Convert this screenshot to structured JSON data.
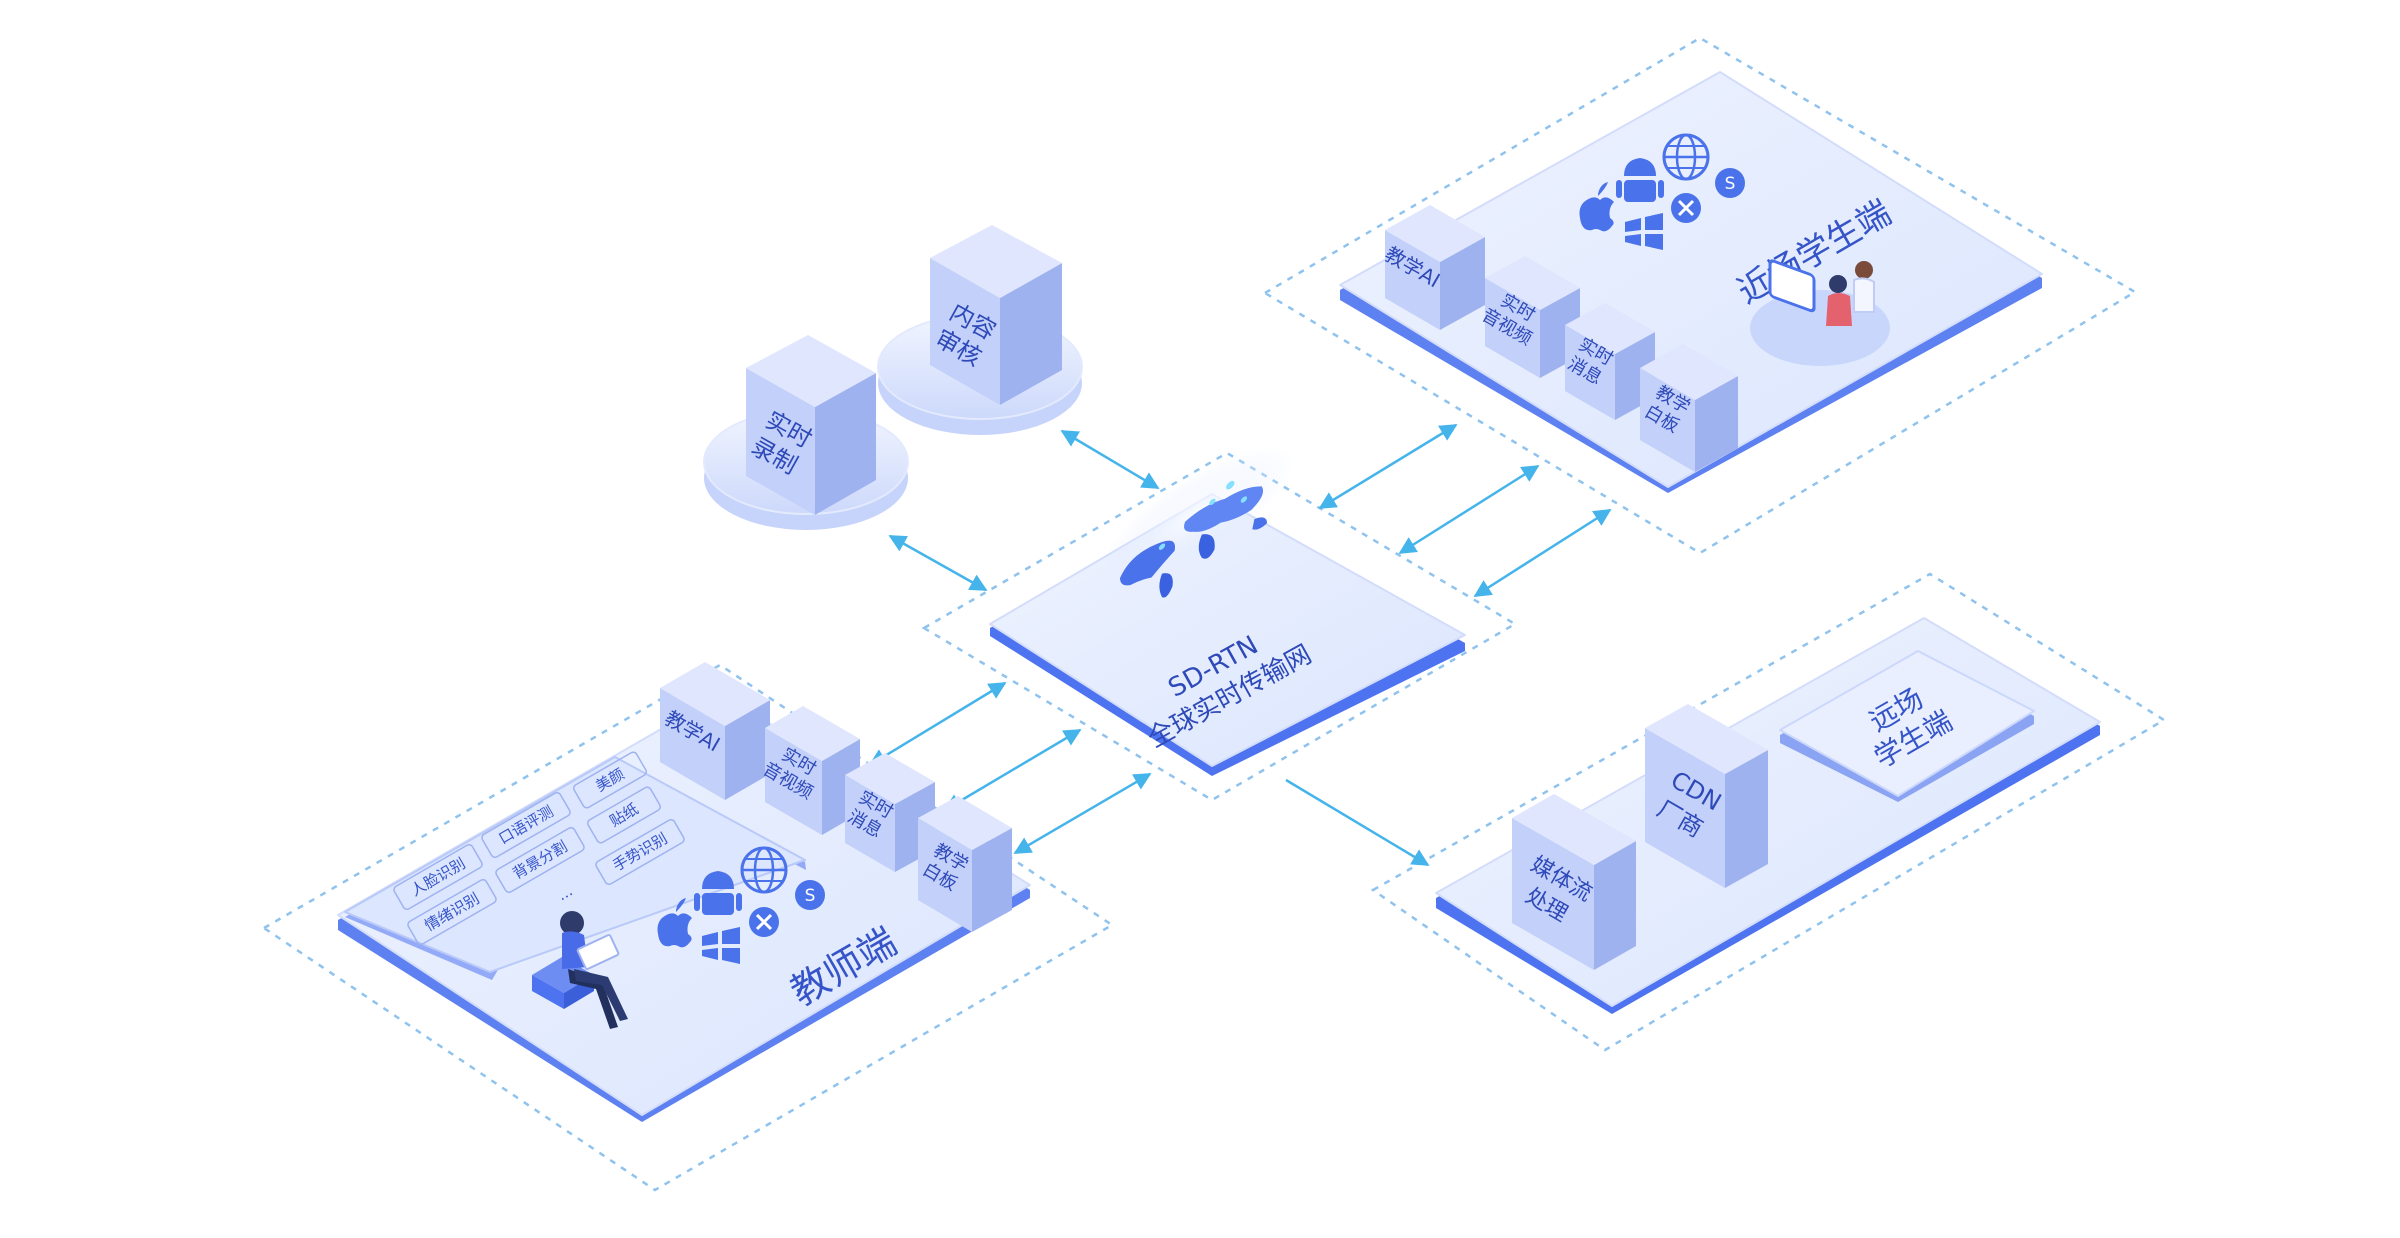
{
  "colors": {
    "platform_top": "#e6edfd",
    "platform_side": "#4d73f0",
    "box_front": "#c2d0fa",
    "box_side": "#9fb2f0",
    "box_top": "#dfe6fd",
    "text": "#2e49b8",
    "dash": "#8fc3ee",
    "arrow": "#45b4ea"
  },
  "center": {
    "line1": "SD-RTN",
    "line2": "全球实时传输网"
  },
  "aux_services": [
    {
      "lines": [
        "实时",
        "录制"
      ]
    },
    {
      "lines": [
        "内容",
        "审核"
      ]
    }
  ],
  "student_near": {
    "title": "近场学生端",
    "modules": [
      {
        "lines": [
          "教学AI"
        ]
      },
      {
        "lines": [
          "实时",
          "音视频"
        ]
      },
      {
        "lines": [
          "实时",
          "消息"
        ]
      },
      {
        "lines": [
          "教学",
          "白板"
        ]
      }
    ],
    "platform_icons": [
      "apple-icon",
      "android-icon",
      "windows-icon",
      "web-globe-icon",
      "cross-platform-icon",
      "s-logo-icon"
    ]
  },
  "teacher": {
    "title": "教师端",
    "modules": [
      {
        "lines": [
          "教学AI"
        ]
      },
      {
        "lines": [
          "实时",
          "音视频"
        ]
      },
      {
        "lines": [
          "实时",
          "消息"
        ]
      },
      {
        "lines": [
          "教学",
          "白板"
        ]
      }
    ],
    "ai_features": [
      "美颜",
      "口语评测",
      "贴纸",
      "人脸识别",
      "背景分割",
      "手势识别",
      "情绪识别",
      "..."
    ],
    "platform_icons": [
      "apple-icon",
      "android-icon",
      "windows-icon",
      "web-globe-icon",
      "cross-platform-icon",
      "s-logo-icon"
    ]
  },
  "remote": {
    "student_card": [
      "远场",
      "学生端"
    ],
    "media": [
      "媒体流",
      "处理"
    ],
    "cdn": [
      "CDN",
      "厂商"
    ]
  }
}
